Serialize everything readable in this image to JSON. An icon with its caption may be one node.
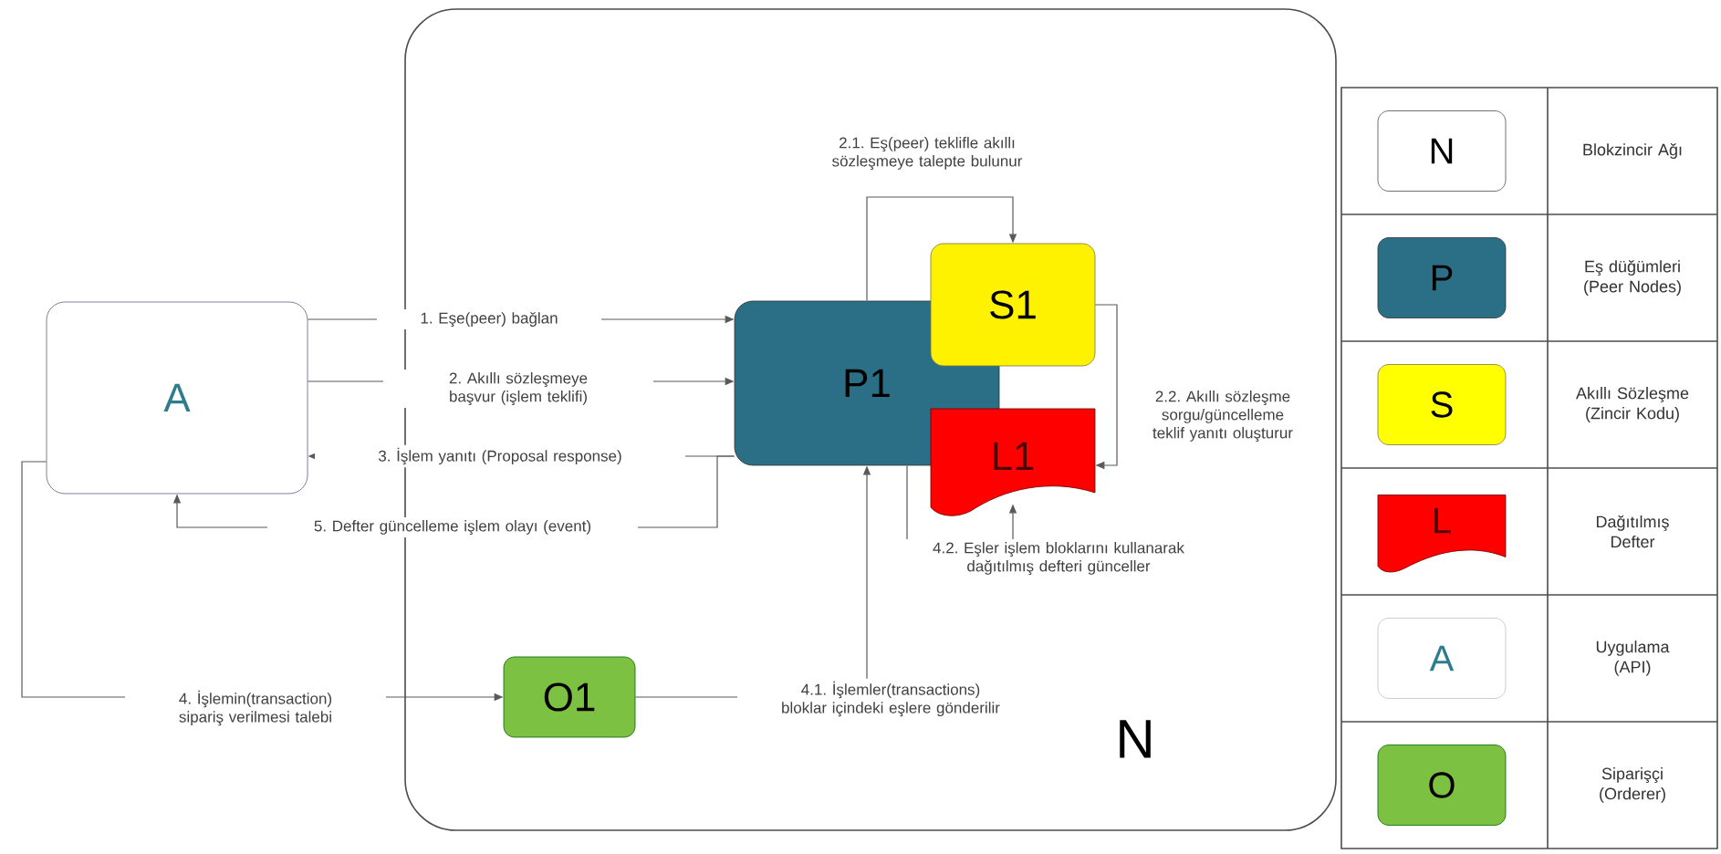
{
  "diagram": {
    "nodes": [
      {
        "text": [
          "N"
        ]
      },
      {
        "text": [
          "A"
        ]
      },
      {
        "text": [
          "P1"
        ],
        "in": 0
      },
      {
        "text": [
          "S1"
        ],
        "in": 0
      },
      {
        "text": [
          "L1"
        ],
        "in": 0
      },
      {
        "text": [
          "O1"
        ],
        "in": 0
      }
    ],
    "edges": [
      {
        "from": 1,
        "to": 2,
        "arrow": "to",
        "label": "1. Eşe(peer) bağlan"
      },
      {
        "from": 1,
        "to": 2,
        "arrow": "to",
        "label": "2. Akıllı sözleşmeye başvur (işlem teklifi)"
      },
      {
        "from": 2,
        "to": 1,
        "arrow": "to",
        "label": "3. İşlem yanıtı (Proposal response)"
      },
      {
        "from": 2,
        "to": 1,
        "arrow": "to",
        "label": "5. Defter güncelleme işlem olayı (event)"
      },
      {
        "from": 1,
        "to": 5,
        "arrow": "to",
        "label": "4. İşlemin(transaction) sipariş verilmesi talebi"
      },
      {
        "from": 5,
        "to": 2,
        "arrow": "to",
        "label": "4.1. İşlemler(transactions) bloklar içindeki eşlere gönderilir"
      },
      {
        "from": 2,
        "to": 3,
        "arrow": "to",
        "label": "2.1. Eş(peer) teklifle akıllı sözleşmeye talepte bulunur"
      },
      {
        "from": 3,
        "to": 4,
        "arrow": "to",
        "label": "2.2. Akıllı sözleşme sorgu/güncelleme teklif yanıtı oluşturur"
      },
      {
        "from": 2,
        "to": 4,
        "arrow": "to",
        "label": "4.2. Eşler işlem bloklarını kullanarak dağıtılmış defteri günceller"
      }
    ],
    "labels": [
      "N",
      "P",
      "S",
      "L",
      "A",
      "O"
    ],
    "legend": [
      {
        "text": "Blokzincir Ağı"
      },
      {
        "text": "Eş düğümleri (Peer Nodes)",
        "color": "#2a6f86"
      },
      {
        "text": "Akıllı Sözleşme (Zincir Kodu)",
        "color": "#ffff00"
      },
      {
        "text": "Dağıtılmış Defter",
        "color": "#ff0000"
      },
      {
        "text": "Uygulama (API)"
      },
      {
        "text": "Siparişçi (Orderer)",
        "color": "#7dc142"
      }
    ]
  }
}
